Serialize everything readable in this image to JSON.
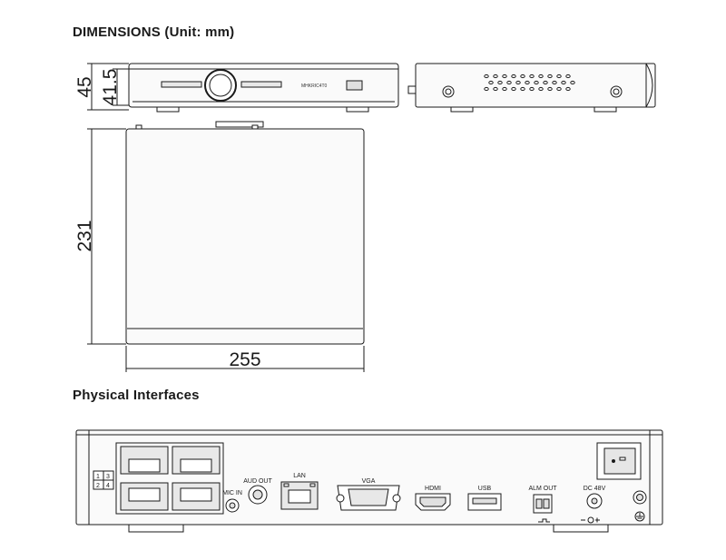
{
  "headings": {
    "dimensions": "DIMENSIONS  (Unit: mm)",
    "interfaces": "Physical Interfaces"
  },
  "dimensions": {
    "height_outer": "45",
    "height_inner": "41.5",
    "depth": "231",
    "width": "255"
  },
  "front_panel": {
    "brand_text": "MHKRIC4T0"
  },
  "ports": {
    "mic_in": "MIC IN",
    "aud_out": "AUD OUT",
    "lan": "LAN",
    "vga": "VGA",
    "hdmi": "HDMI",
    "usb": "USB",
    "alm_out": "ALM OUT",
    "dc": "DC 48V",
    "poe_labels": [
      "1",
      "3",
      "2",
      "4"
    ]
  },
  "colors": {
    "stroke": "#1a1a1a",
    "panel_fill": "#f4f4f4",
    "port_fill": "#e2e2e2"
  }
}
